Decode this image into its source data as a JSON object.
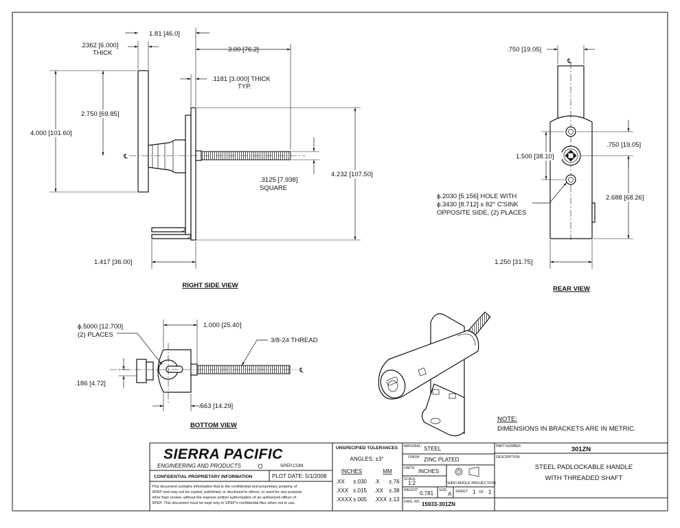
{
  "right_side_view": {
    "title": "RIGHT SIDE VIEW",
    "dims": {
      "plate_thick": ".2362 [6.000]",
      "plate_thick_2": "THICK",
      "offset": "1.81 [46.0]",
      "shaft_len": "3.00 [76.2]",
      "bracket_thick": ".1181 [3.000]  THICK",
      "bracket_thick_2": "TYP.",
      "height_left": "4.000 [101.60]",
      "center_height": "2.750 [69.85]",
      "square": ".3125 [7.938]",
      "square_2": "SQUARE",
      "height_right": "4.232 [107.50]",
      "bottom_w": "1.417 [36.00]"
    },
    "cl": "℄"
  },
  "rear_view": {
    "title": "REAR VIEW",
    "dims": {
      "top_w": ".750 [19.05]",
      "hole_spacing": "1.500 [38.10]",
      "hole_offset": ".750 [19.05]",
      "lower_h": "2.688 [68.26]",
      "bottom_w": "1.250 [31.75]",
      "hole_note_1": "ϕ.2030 [5.156]  HOLE WITH",
      "hole_note_2": "ϕ.3430 [8.712] x 82° C'SINK",
      "hole_note_3": "OPPOSITE SIDE, (2) PLACES"
    },
    "cl": "℄"
  },
  "bottom_view": {
    "title": "BOTTOM VIEW",
    "dims": {
      "diameter_1": "ϕ.5000 [12.700]",
      "diameter_2": "(2) PLACES",
      "shaft_len": "1.000 [25.40]",
      "thread": "3/8-24 THREAD",
      "offset": ".186 [4.72]",
      "bottom": ".563 [14.29]"
    },
    "cl": "℄"
  },
  "note": {
    "title": "NOTE:",
    "text": "DIMENSIONS IN BRACKETS ARE IN METRIC."
  },
  "title_block": {
    "company": "SIERRA PACIFIC",
    "company_sub": "ENGINEERING AND PRODUCTS",
    "website": "SPEP.COM",
    "confidential_title": "CONFIDENTIAL PROPRIETARY INFORMATION",
    "plot_date": "PLOT DATE:  5/1/2008",
    "confidential_lines": [
      "This document contains information that is the confidential and proprietary property of",
      "SPEP and may not be copied, published, or disclosed to others, or used for any purpose",
      "other than review, without the express written authorization of an authorized officer of",
      "SPEP. This document must be kept only in SPEP's confidential files when not in use."
    ],
    "tolerances_title": "UNSPECIFIED TOLERANCES",
    "angles": "ANGLES:  ±3°",
    "inches_label": "INCHES",
    "mm_label": "MM",
    "tol_rows": [
      {
        "in_k": ".XX",
        "in_v": "±.030",
        "mm_k": ".X",
        "mm_v": "±.76"
      },
      {
        "in_k": ".XXX",
        "in_v": "±.015",
        "mm_k": ".XX",
        "mm_v": "±.38"
      },
      {
        "in_k": ".XXXX",
        "in_v": "±.005",
        "mm_k": ".XXX",
        "mm_v": "±.13"
      }
    ],
    "material_label": "MATERIAL:",
    "material": "STEEL",
    "finish_label": "FINISH:",
    "finish": "ZINC PLATED",
    "units_label": "UNITS:",
    "units": "INCHES",
    "scale_label": "SCALE:",
    "scale": "1:2",
    "projection": "THIRD ANGLE PROJECTION",
    "weight_label": "WEIGHT:",
    "weight": "0.781",
    "size_label": "SIZE:",
    "size": "A",
    "sheet_label": "SHEET",
    "sheet": "1",
    "of_label": "OF",
    "sheet_total": "1",
    "dwg_label": "DWG. NO.",
    "dwg_no": "15933-301ZN",
    "part_number_label": "PART NUMBER:",
    "part_number": "301ZN",
    "description_label": "DESCRIPTION:",
    "description_1": "STEEL PADLOCKABLE HANDLE",
    "description_2": "WITH THREADED SHAFT"
  }
}
